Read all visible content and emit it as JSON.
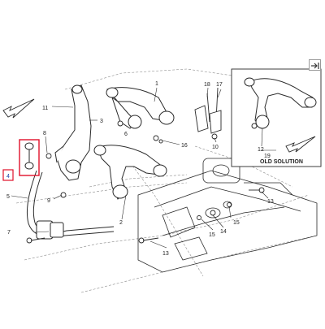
{
  "inset": {
    "title": "OLD SOLUTION",
    "expand_icon": "expand-arrow-icon"
  },
  "callouts": {
    "c1": "1",
    "c2": "2",
    "c3": "3",
    "c4": "4",
    "c5": "5",
    "c6": "6",
    "c7": "7",
    "c8": "8",
    "c9": "9",
    "c10": "10",
    "c11": "11",
    "c12": "12",
    "c13a": "13",
    "c13b": "13",
    "c14": "14",
    "c15a": "15",
    "c15b": "15",
    "c16": "16",
    "c17": "17",
    "c18": "18",
    "c19": "19"
  },
  "colors": {
    "line": "#2a2a2a",
    "ghost": "#8a8a8a",
    "highlight": "#e0102a"
  },
  "highlighted_parts": [
    "4"
  ]
}
